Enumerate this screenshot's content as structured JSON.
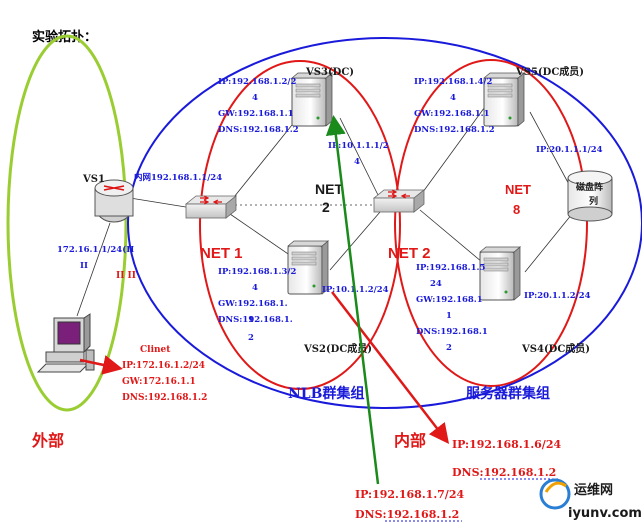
{
  "title": "实验拓扑：",
  "nodes": {
    "vs1": {
      "label": "VS1"
    },
    "vs3": {
      "label": "VS3(DC)"
    },
    "vs2": {
      "label": "VS2(DC成员)"
    },
    "vs5": {
      "label": "VS5(DC成员)"
    },
    "vs4": {
      "label": "VS4(DC成员)"
    },
    "disk": {
      "label_line1": "磁盘阵",
      "label_line2": "列"
    },
    "client": {
      "label": "Clinet"
    }
  },
  "networks": {
    "net1": "NET 1",
    "net2": "NET 2",
    "net2_inner_top": "NET",
    "net2_inner_bottom": "2",
    "net8_top": "NET",
    "net8_bottom": "8"
  },
  "addresses": {
    "vs1_internal": "内网192.168.1.1/24",
    "vs1_external_l1": "172.16.1.1/24(II",
    "vs1_external_l2": "II",
    "vs1_marks": "II  II",
    "vs3_ip": "IP:192.168.1.2/2",
    "vs3_ip_cont": "4",
    "vs3_gw": "GW:192.168.1.1",
    "vs3_dns": "DNS:192.168.1.2",
    "vs3_ip2": "IP:10.1.1.1/2",
    "vs3_ip2_cont": "4",
    "vs2_ip": "IP:192.168.1.3/2",
    "vs2_ip_cont": "4",
    "vs2_gw": "GW:192.168.1.",
    "vs2_gw_cont": "1",
    "vs2_dns": "DNS:192.168.1.",
    "vs2_dns_cont": "2",
    "vs2_ip2": "IP:10.1.1.2/24",
    "vs5_ip": "IP:192.168.1.4/2",
    "vs5_ip_cont": "4",
    "vs5_gw": "GW:192.168.1.1",
    "vs5_dns": "DNS:192.168.1.2",
    "vs5_ip2": "IP:20.1.1.1/24",
    "vs4_ip": "IP:192.168.1.5",
    "vs4_ip_cont": "24",
    "vs4_gw": "GW:192.168.1",
    "vs4_gw_cont": "1",
    "vs4_dns": "DNS:192.168.1",
    "vs4_dns_cont": "2",
    "vs4_ip2": "IP:20.1.1.2/24",
    "client_ip": "IP:172.16.1.2/24",
    "client_gw": "GW:172.16.1.1",
    "client_dns": "DNS:192.168.1.2",
    "callout1_ip": "IP:192.168.1.6/24",
    "callout1_dns": "DNS:192.168.1.2",
    "callout2_ip": "IP:192.168.1.7/24",
    "callout2_dns": "DNS:192.168.1.2"
  },
  "groups": {
    "nlb": "NLB群集组",
    "server": "服务器群集组"
  },
  "regions": {
    "external": "外部",
    "internal": "内部"
  },
  "watermark": {
    "brand": "运维网",
    "url": "iyunv.com"
  },
  "colors": {
    "blue": "#1a1adb",
    "red": "#e01818",
    "green": "#9acd32",
    "arrow_green": "#1a8a1a"
  }
}
